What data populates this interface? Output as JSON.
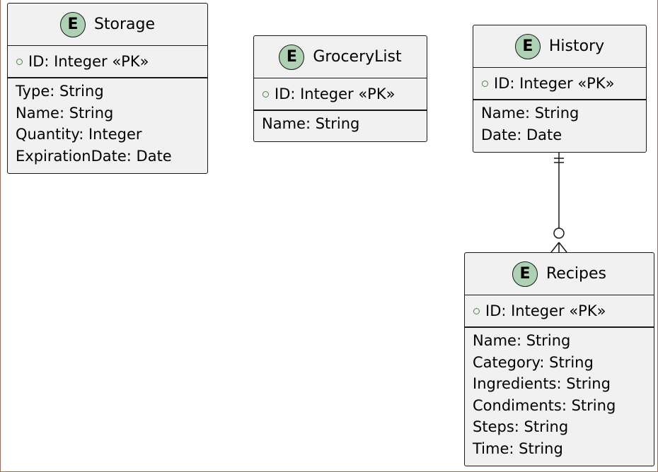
{
  "entities": {
    "storage": {
      "badge": "E",
      "name": "Storage",
      "pk": "ID: Integer «PK»",
      "attributes": [
        "Type: String",
        "Name: String",
        "Quantity: Integer",
        "ExpirationDate: Date"
      ]
    },
    "grocerylist": {
      "badge": "E",
      "name": "GroceryList",
      "pk": "ID: Integer «PK»",
      "attributes": [
        "Name: String"
      ]
    },
    "history": {
      "badge": "E",
      "name": "History",
      "pk": "ID: Integer «PK»",
      "attributes": [
        "Name: String",
        "Date: Date"
      ]
    },
    "recipes": {
      "badge": "E",
      "name": "Recipes",
      "pk": "ID: Integer «PK»",
      "attributes": [
        "Name: String",
        "Category: String",
        "Ingredients: String",
        "Condiments: String",
        "Steps: String",
        "Time: String"
      ]
    }
  },
  "relationships": [
    {
      "from": "History",
      "to": "Recipes",
      "from_cardinality": "exactly one",
      "to_cardinality": "zero or many"
    }
  ],
  "colors": {
    "entity_fill": "#f1f1f1",
    "badge_fill": "#add1b2",
    "border": "#181818",
    "pk_marker": "#4a8a3c"
  }
}
